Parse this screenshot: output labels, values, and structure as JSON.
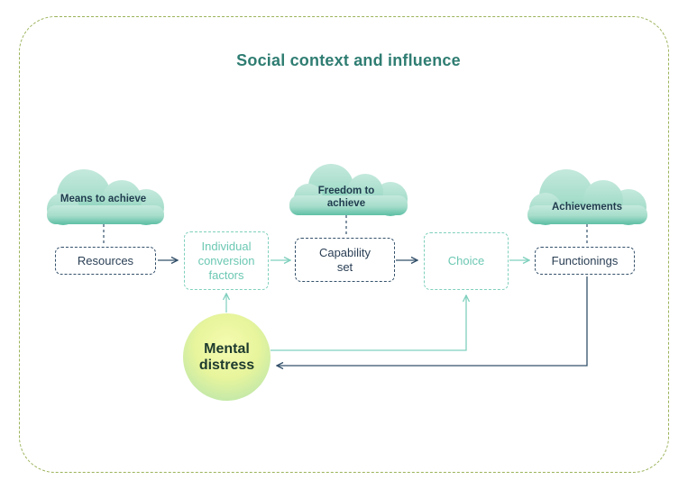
{
  "title": "Social context and influence",
  "clouds": {
    "means": "Means to achieve",
    "freedom": "Freedom to achieve",
    "achievements": "Achievements"
  },
  "nodes": {
    "resources": "Resources",
    "conversion": "Individual conversion factors",
    "capability": "Capability set",
    "choice": "Choice",
    "functionings": "Functionings",
    "mental": "Mental distress"
  },
  "colors": {
    "dark": "#33506a",
    "teal": "#7fd0bd",
    "title": "#2f7d72",
    "frame": "#9bb35a"
  }
}
